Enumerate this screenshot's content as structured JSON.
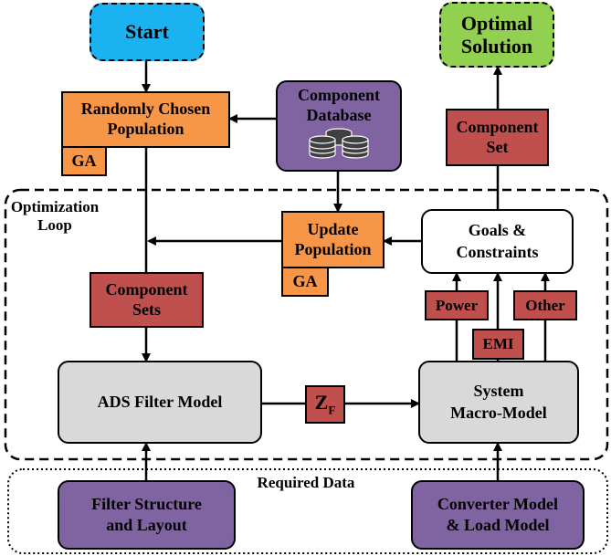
{
  "start": "Start",
  "optimal": [
    "Optimal",
    "Solution"
  ],
  "random_pop": [
    "Randomly Chosen",
    "Population"
  ],
  "ga1": "GA",
  "comp_db": [
    "Component",
    "Database"
  ],
  "comp_set": [
    "Component",
    "Set"
  ],
  "opt_loop": [
    "Optimization",
    "Loop"
  ],
  "update_pop": [
    "Update",
    "Population"
  ],
  "ga2": "GA",
  "goals": [
    "Goals &",
    "Constraints"
  ],
  "comp_sets": [
    "Component",
    "Sets"
  ],
  "power": "Power",
  "other": "Other",
  "emi": "EMI",
  "ads": "ADS Filter Model",
  "zf": "Z",
  "zf_sub": "F",
  "system": [
    "System",
    "Macro-Model"
  ],
  "required": "Required Data",
  "filter_struct": [
    "Filter Structure",
    "and Layout"
  ],
  "converter": [
    "Converter Model",
    "& Load Model"
  ],
  "colors": {
    "start": "#1ab2f0",
    "optimal": "#92d050",
    "orange": "#f79646",
    "red": "#c0504d",
    "purple": "#8064a2",
    "gray": "#d9d9d9"
  }
}
